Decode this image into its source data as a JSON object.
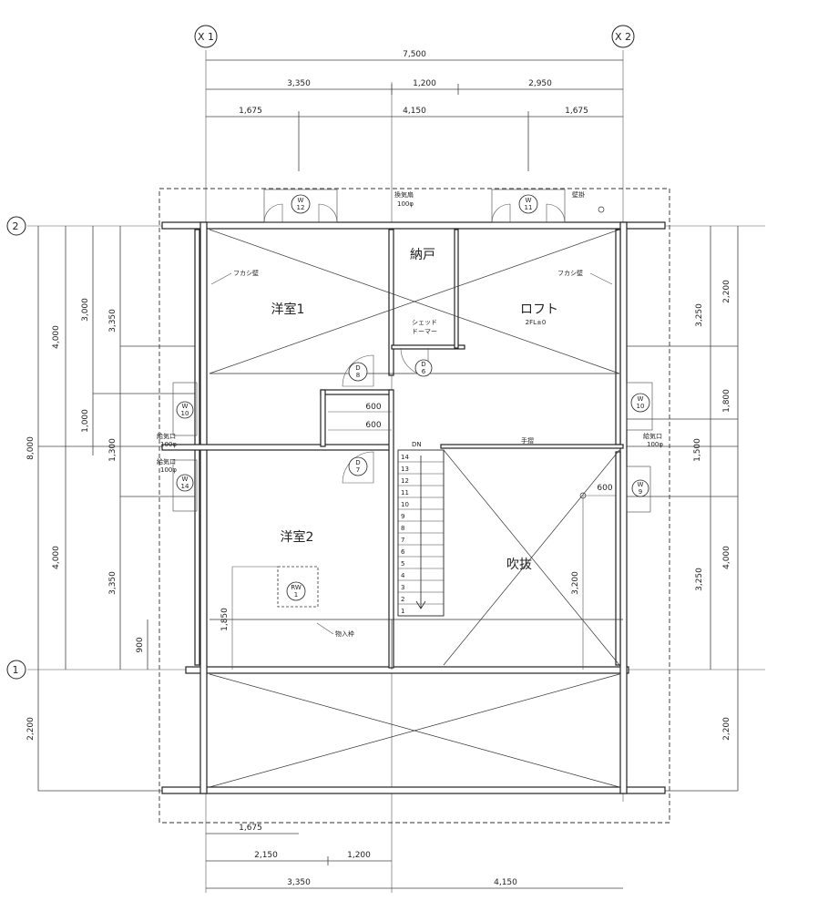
{
  "axes": {
    "x1": "X 1",
    "x2": "X 2",
    "y2": "2",
    "y1": "1"
  },
  "dims_top": {
    "overall": "7,500",
    "row2": [
      "3,350",
      "1,200",
      "2,950"
    ],
    "row3": [
      "1,675",
      "4,150",
      "1,675"
    ]
  },
  "dims_left": {
    "total": "8,000",
    "col_a": [
      "4,000",
      "4,000"
    ],
    "col_b": [
      "3,000",
      "1,000"
    ],
    "col_c": [
      "3,350",
      "1,300",
      "3,350"
    ],
    "col_d": "900",
    "bottom": "2,200"
  },
  "dims_right": {
    "col_a": [
      "2,200",
      "1,800",
      "1,500",
      "4,000",
      "2,200"
    ],
    "col_b": [
      "3,250",
      "3,250"
    ]
  },
  "dims_bottom": {
    "row1": "1,675",
    "row2": [
      "2,150",
      "1,200"
    ],
    "row3": [
      "3,350",
      "4,150"
    ]
  },
  "dims_inner": [
    "600",
    "600",
    "600",
    "3,200",
    "1,850"
  ],
  "rooms": {
    "room1": "洋室1",
    "room2": "洋室2",
    "storage": "納戸",
    "loft": "ロフト",
    "loft_sub": "2FL±0",
    "void": "吹抜"
  },
  "notes": {
    "fukashi_left": "フカシ壁",
    "fukashi_right": "フカシ壁",
    "vent_top": "換気扇",
    "vent_top_size": "100φ",
    "wall_mount": "壁掛",
    "shed_dormer": "シェッド",
    "shed_dormer2": "ドーマー",
    "intake_left1": "給気口",
    "intake_left1_size": "100φ",
    "intake_left2": "給気口",
    "intake_left2_size": "100φ",
    "intake_right": "給気口",
    "intake_right_size": "100φ",
    "handrail": "手摺",
    "stair_dn": "DN",
    "closet": "物入枠"
  },
  "windows": {
    "w12": [
      "W",
      "12"
    ],
    "w11": [
      "W",
      "11"
    ],
    "w10": [
      "W",
      "10"
    ],
    "w10b": [
      "W",
      "10"
    ],
    "w14": [
      "W",
      "14"
    ],
    "w9": [
      "W",
      "9"
    ],
    "d8": [
      "D",
      "8"
    ],
    "d7": [
      "D",
      "7"
    ],
    "d6": [
      "D",
      "6"
    ],
    "rw1": [
      "RW",
      "1"
    ]
  },
  "stairs": [
    "1",
    "2",
    "3",
    "4",
    "5",
    "6",
    "7",
    "8",
    "9",
    "10",
    "11",
    "12",
    "13",
    "14"
  ]
}
